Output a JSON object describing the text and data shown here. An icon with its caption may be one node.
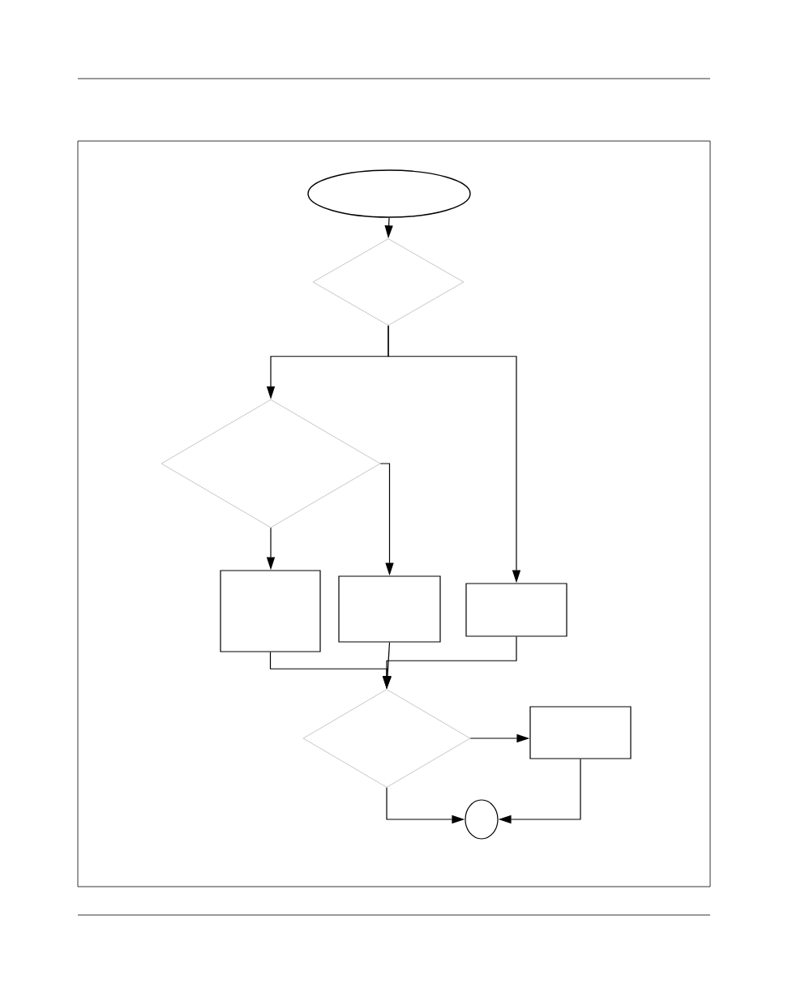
{
  "diagram": {
    "nodes": [
      {
        "text": [],
        "shape": "ellipse"
      },
      {
        "text": [],
        "shape": "diamond"
      },
      {
        "text": [],
        "shape": "diamond"
      },
      {
        "text": [],
        "shape": "box"
      },
      {
        "text": [],
        "shape": "box"
      },
      {
        "text": [],
        "shape": "box"
      },
      {
        "text": [],
        "shape": "diamond"
      },
      {
        "text": [],
        "shape": "box"
      },
      {
        "text": [],
        "shape": "circle"
      }
    ],
    "edges": [
      {
        "from": 0,
        "to": 1,
        "arrow": "to"
      },
      {
        "from": 1,
        "to": 2,
        "arrow": "to"
      },
      {
        "from": 1,
        "to": 5,
        "arrow": "to"
      },
      {
        "from": 2,
        "to": 3,
        "arrow": "to"
      },
      {
        "from": 2,
        "to": 4,
        "arrow": "to"
      },
      {
        "from": 3,
        "to": 6,
        "arrow": "to"
      },
      {
        "from": 4,
        "to": 6,
        "arrow": "to"
      },
      {
        "from": 5,
        "to": 6,
        "arrow": "to"
      },
      {
        "from": 6,
        "to": 7,
        "arrow": "to"
      },
      {
        "from": 6,
        "to": 8,
        "arrow": "to"
      },
      {
        "from": 7,
        "to": 8,
        "arrow": "to"
      }
    ]
  }
}
